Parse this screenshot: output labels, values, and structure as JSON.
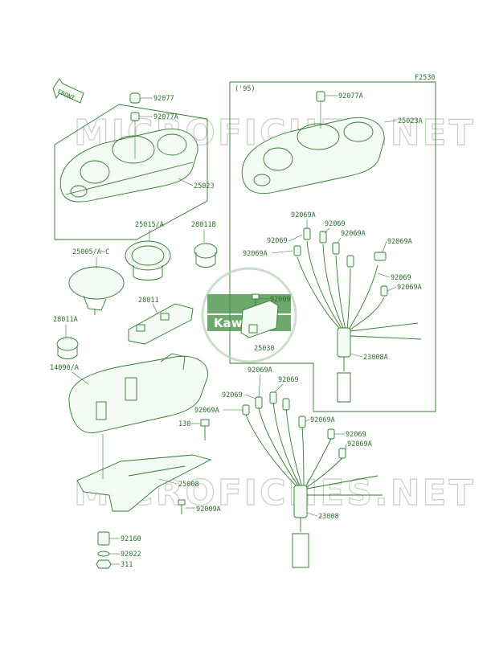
{
  "sheet_code": "F2530",
  "front_label": "FRONT",
  "year_label": "('95)",
  "watermark": "MICROFICHES.NET",
  "logo_text": "Kawasaki",
  "colors": {
    "ink": "#2f7a2f",
    "watermark": "#c9ccc9",
    "logo": "#3d8b3d"
  },
  "parts": {
    "p92077": "92077",
    "p92077a": "92077A",
    "p25023": "25023",
    "p25015": "25015/A",
    "p28011b": "28011B",
    "p25005": "25005/A~C",
    "p28011": "28011",
    "p28011a": "28011A",
    "p14090": "14090/A",
    "p130": "130",
    "p25008": "25008",
    "p92009a": "92009A",
    "p92160": "92160",
    "p92022": "92022",
    "p311": "311",
    "r92077a": "92077A",
    "r25023a": "25023A",
    "u92069a_1": "92069A",
    "u92069_1": "92069",
    "u92069a_2": "92069A",
    "u92069_2": "92069",
    "u92069a_3": "92069A",
    "u92069a_4": "92069A",
    "u92069_3": "92069",
    "u92069a_5": "92069A",
    "p92009": "92009",
    "p25030": "25030",
    "p23008a": "23008A",
    "l92069a_1": "92069A",
    "l92069_1": "92069",
    "l92069_2": "92069",
    "l92069a_2": "92069A",
    "l92069a_3": "92069A",
    "l92069_3": "92069",
    "l92069a_4": "92069A",
    "p23008": "23008"
  }
}
